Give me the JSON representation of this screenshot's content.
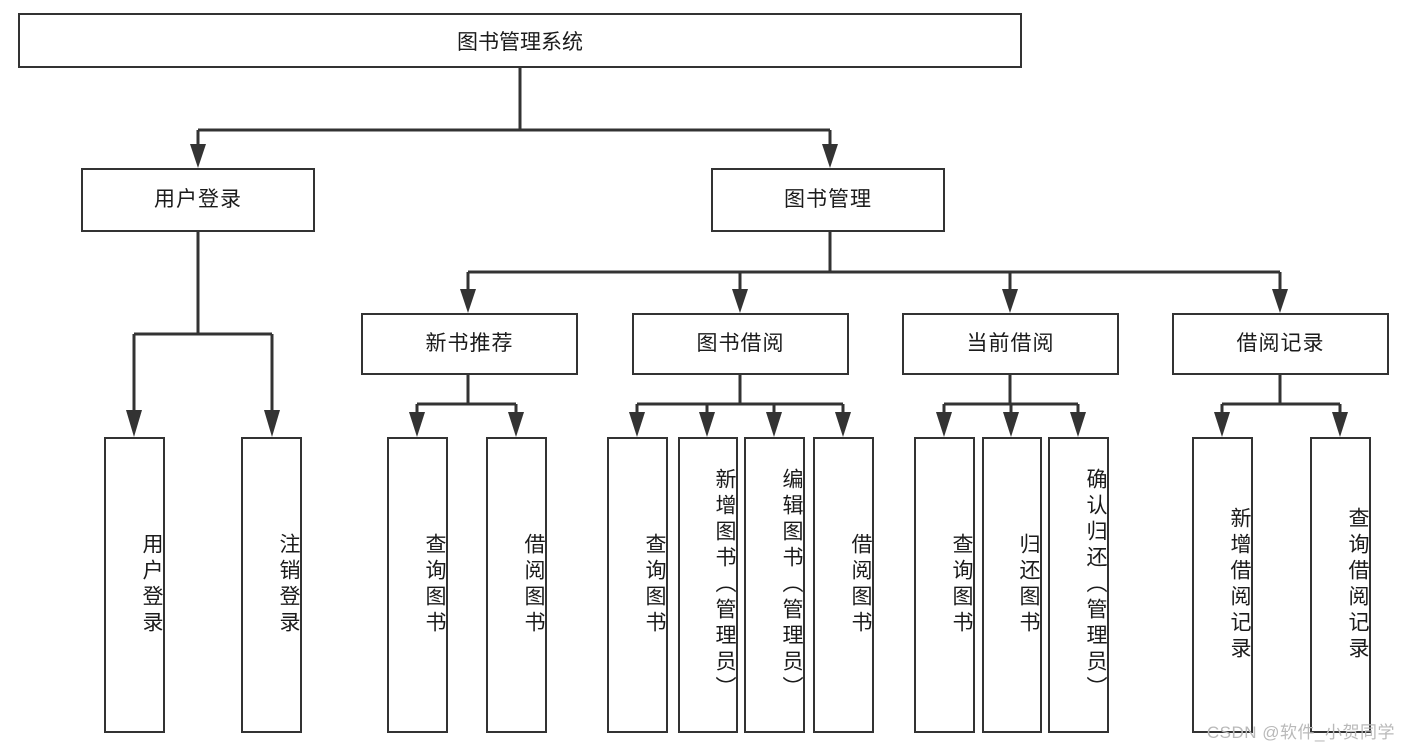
{
  "diagram": {
    "title": "图书管理系统",
    "type": "tree-hierarchy-diagram",
    "root": {
      "id": "root",
      "label": "图书管理系统"
    },
    "level2": [
      {
        "id": "user-login",
        "label": "用户登录"
      },
      {
        "id": "book-manage",
        "label": "图书管理"
      }
    ],
    "level3": [
      {
        "id": "new-book-rec",
        "label": "新书推荐"
      },
      {
        "id": "book-borrow",
        "label": "图书借阅"
      },
      {
        "id": "current-borrow",
        "label": "当前借阅"
      },
      {
        "id": "borrow-record",
        "label": "借阅记录"
      }
    ],
    "leaves": [
      {
        "id": "leaf-user-login",
        "label": "用户登录"
      },
      {
        "id": "leaf-logout",
        "label": "注销登录"
      },
      {
        "id": "leaf-query-book-1",
        "label": "查询图书"
      },
      {
        "id": "leaf-borrow-book-1",
        "label": "借阅图书"
      },
      {
        "id": "leaf-query-book-2",
        "label": "查询图书"
      },
      {
        "id": "leaf-add-book",
        "label": "新增图书（管理员）"
      },
      {
        "id": "leaf-edit-book",
        "label": "编辑图书（管理员）"
      },
      {
        "id": "leaf-borrow-book-2",
        "label": "借阅图书"
      },
      {
        "id": "leaf-query-book-3",
        "label": "查询图书"
      },
      {
        "id": "leaf-return-book",
        "label": "归还图书"
      },
      {
        "id": "leaf-confirm-return",
        "label": "确认归还（管理员）"
      },
      {
        "id": "leaf-add-record",
        "label": "新增借阅记录"
      },
      {
        "id": "leaf-query-record",
        "label": "查询借阅记录"
      }
    ]
  },
  "watermark": {
    "text": "CSDN @软件_小贺同学"
  },
  "colors": {
    "stroke": "#333333",
    "fill": "#ffffff",
    "text": "#1b1b1b",
    "watermark": "#b9b9b9"
  }
}
